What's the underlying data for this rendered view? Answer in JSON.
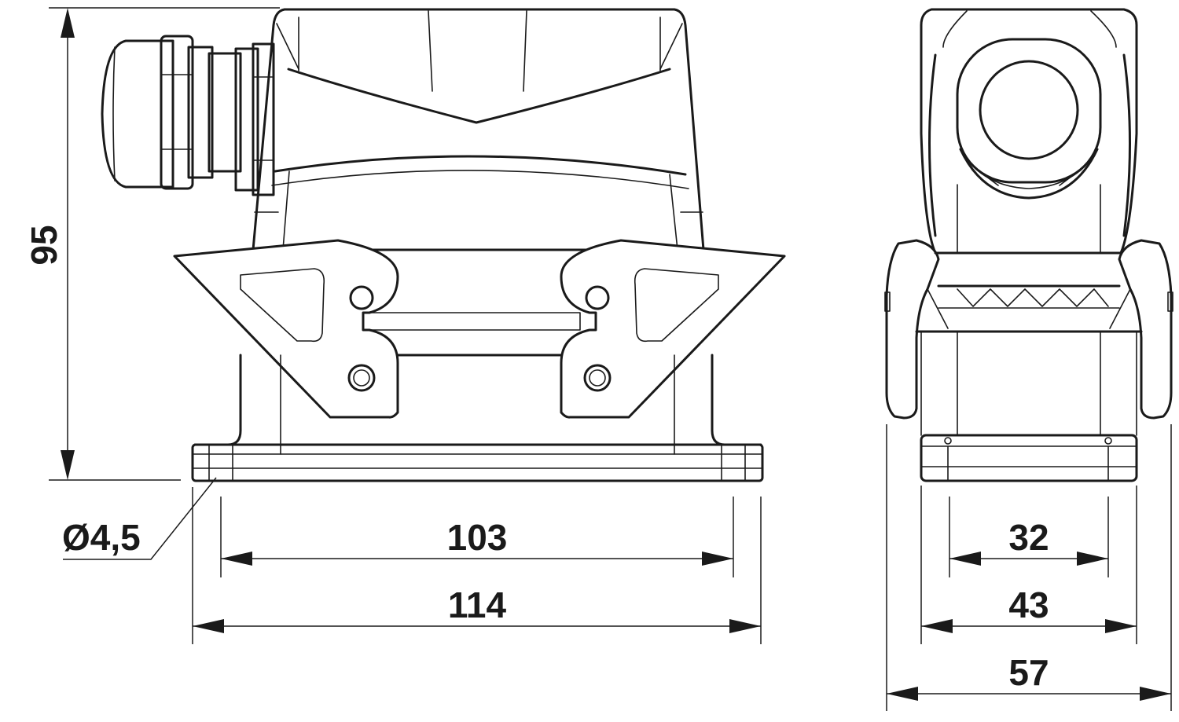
{
  "dimensions": {
    "height": "95",
    "hole_diameter": "Ø4,5",
    "front_mounting_pitch": "103",
    "front_overall_width": "114",
    "side_mounting_pitch": "32",
    "side_base_width": "43",
    "side_overall_width": "57"
  },
  "colors": {
    "line": "#1a1a1a",
    "background": "#ffffff"
  }
}
